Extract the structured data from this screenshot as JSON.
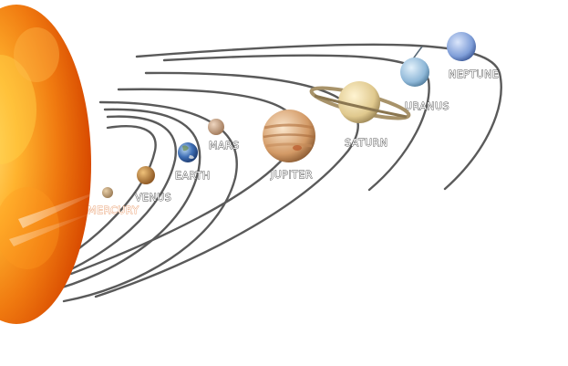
{
  "planets": {
    "mercury": {
      "label": "MERCURY"
    },
    "venus": {
      "label": "VENUS"
    },
    "earth": {
      "label": "EARTH"
    },
    "mars": {
      "label": "MARS"
    },
    "jupiter": {
      "label": "JUPITER"
    },
    "saturn": {
      "label": "SATURN"
    },
    "uranus": {
      "label": "URANUS"
    },
    "neptune": {
      "label": "NEPTUNE"
    }
  },
  "colors": {
    "sun_core": "#ffcc33",
    "sun_edge": "#e04a00",
    "orbit": "#5a5a5a",
    "mercury": "#c8a47a",
    "venus": "#c88a3e",
    "earth": "#3f6fb5",
    "mars": "#c9a48a",
    "jupiter": "#d9a06b",
    "saturn": "#e8d6a0",
    "uranus": "#8fb8d8",
    "neptune": "#7f9ed8"
  }
}
